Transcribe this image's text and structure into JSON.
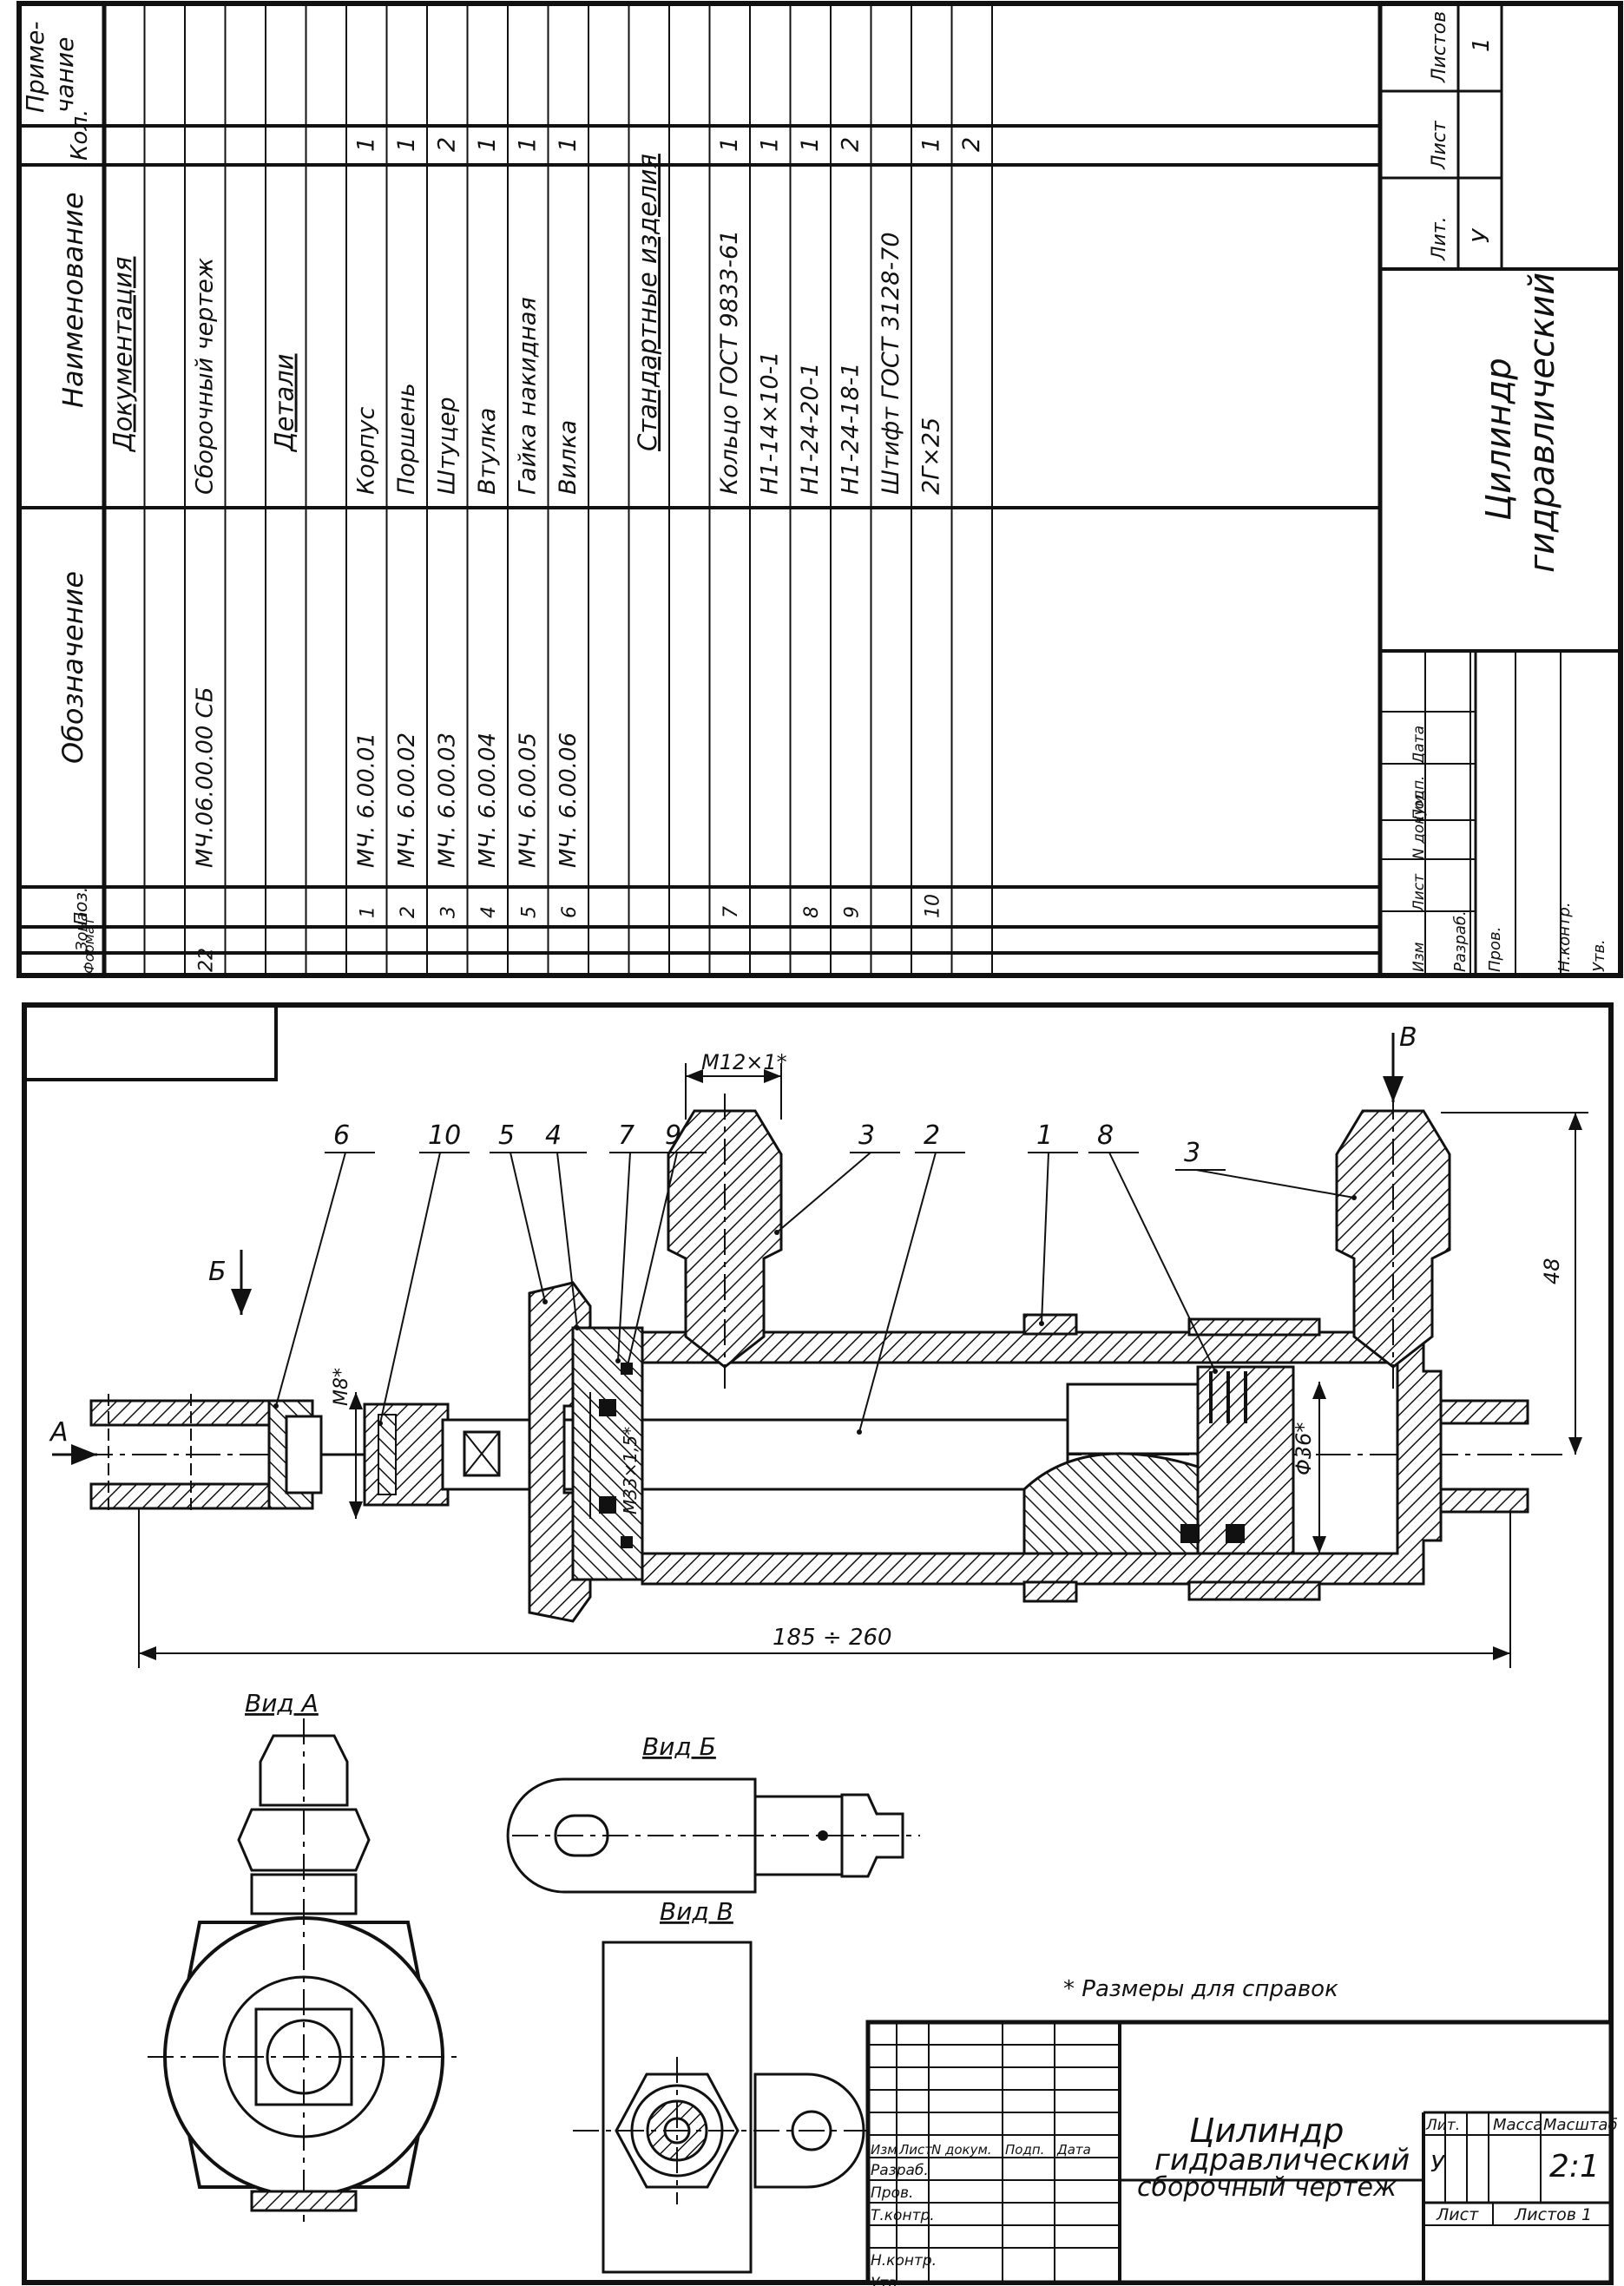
{
  "spec": {
    "headers": {
      "format": "Формат",
      "zone": "Зона",
      "pos": "Поз.",
      "designation": "Обозначение",
      "name": "Наименование",
      "qty": "Кол.",
      "note": "Приме-\nчание"
    },
    "rows": [
      {
        "format": "",
        "zone": "",
        "pos": "",
        "designation": "",
        "name": "Документация",
        "qty": "",
        "section": true
      },
      {
        "format": "",
        "zone": "",
        "pos": "",
        "designation": "",
        "name": "",
        "qty": ""
      },
      {
        "format": "22",
        "zone": "",
        "pos": "",
        "designation": "МЧ.06.00.00 СБ",
        "name": "Сборочный чертеж",
        "qty": ""
      },
      {
        "format": "",
        "zone": "",
        "pos": "",
        "designation": "",
        "name": "",
        "qty": ""
      },
      {
        "format": "",
        "zone": "",
        "pos": "",
        "designation": "",
        "name": "Детали",
        "qty": "",
        "section": true
      },
      {
        "format": "",
        "zone": "",
        "pos": "",
        "designation": "",
        "name": "",
        "qty": ""
      },
      {
        "format": "",
        "zone": "",
        "pos": "1",
        "designation": "МЧ. 6.00.01",
        "name": "Корпус",
        "qty": "1"
      },
      {
        "format": "",
        "zone": "",
        "pos": "2",
        "designation": "МЧ. 6.00.02",
        "name": "Поршень",
        "qty": "1"
      },
      {
        "format": "",
        "zone": "",
        "pos": "3",
        "designation": "МЧ. 6.00.03",
        "name": "Штуцер",
        "qty": "2"
      },
      {
        "format": "",
        "zone": "",
        "pos": "4",
        "designation": "МЧ. 6.00.04",
        "name": "Втулка",
        "qty": "1"
      },
      {
        "format": "",
        "zone": "",
        "pos": "5",
        "designation": "МЧ. 6.00.05",
        "name": "Гайка накидная",
        "qty": "1"
      },
      {
        "format": "",
        "zone": "",
        "pos": "6",
        "designation": "МЧ. 6.00.06",
        "name": "Вилка",
        "qty": "1"
      },
      {
        "format": "",
        "zone": "",
        "pos": "",
        "designation": "",
        "name": "",
        "qty": ""
      },
      {
        "format": "",
        "zone": "",
        "pos": "",
        "designation": "",
        "name": "Стандартные изделия",
        "qty": "",
        "section": true
      },
      {
        "format": "",
        "zone": "",
        "pos": "",
        "designation": "",
        "name": "",
        "qty": ""
      },
      {
        "format": "",
        "zone": "",
        "pos": "7",
        "designation": "",
        "name": "Кольцо ГОСТ 9833-61",
        "qty": "1"
      },
      {
        "format": "",
        "zone": "",
        "pos": "",
        "designation": "",
        "name": "Н1-14×10-1",
        "qty": "1"
      },
      {
        "format": "",
        "zone": "",
        "pos": "8",
        "designation": "",
        "name": "Н1-24-20-1",
        "qty": "1"
      },
      {
        "format": "",
        "zone": "",
        "pos": "9",
        "designation": "",
        "name": "Н1-24-18-1",
        "qty": "2"
      },
      {
        "format": "",
        "zone": "",
        "pos": "",
        "designation": "",
        "name": "Штифт ГОСТ 3128-70",
        "qty": ""
      },
      {
        "format": "",
        "zone": "",
        "pos": "10",
        "designation": "",
        "name": "2Г×25",
        "qty": "1"
      },
      {
        "format": "",
        "zone": "",
        "pos": "",
        "designation": "",
        "name": "",
        "qty": "2"
      }
    ],
    "title_block": {
      "title_line1": "Цилиндр",
      "title_line2": "гидравлический",
      "lit_header": "Лит.",
      "sheet_header": "Лист",
      "sheets_header": "Листов",
      "lit_value": "У",
      "sheets_value": "1",
      "sig_headers": [
        "Изм",
        "Лист",
        "N докум.",
        "Подп.",
        "Дата"
      ],
      "roles": [
        "Разраб.",
        "Пров.",
        "",
        "Н.контр.",
        "Утв."
      ]
    }
  },
  "drawing": {
    "labels": {
      "thread_m12": "М12×1*",
      "thread_m8": "М8*",
      "thread_m33": "М33×1,5*",
      "dim_48": "48",
      "dim_diam36": "Φ36*",
      "dim_length": "185 ÷ 260",
      "arrow_a": "А",
      "arrow_b_cyr": "Б",
      "arrow_v": "В",
      "view_a": "Вид А",
      "view_b": "Вид Б",
      "view_v": "Вид В",
      "note": "* Размеры для справок"
    },
    "leaders": [
      "6",
      "10",
      "5",
      "4",
      "7",
      "9",
      "3",
      "2",
      "1",
      "8",
      "3"
    ],
    "title_block": {
      "title_line1": "Цилиндр",
      "title_line2": "гидравлический",
      "title_line3": "сборочный чертеж",
      "lit_header": "Лит.",
      "mass_header": "Масса",
      "scale_header": "Масштаб",
      "lit_value": "У",
      "scale_value": "2:1",
      "sheet_label": "Лист",
      "sheets_label": "Листов 1",
      "sig_headers": [
        "Изм",
        "Лист",
        "N докум.",
        "Подп.",
        "Дата"
      ],
      "roles": [
        "Разраб.",
        "Пров.",
        "Т.контр.",
        "",
        "Н.контр.",
        "Утв."
      ]
    }
  }
}
